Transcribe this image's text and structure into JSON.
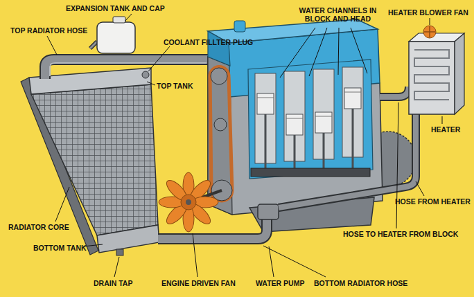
{
  "diagram": {
    "labels": [
      "EXPANSION TANK AND CAP",
      "TOP RADIATOR HOSE",
      "COOLANT FILLTER PLUG",
      "TOP TANK",
      "WATER CHANNELS IN BLOCK AND HEAD",
      "HEATER BLOWER FAN",
      "HEATER",
      "HOSE FROM HEATER",
      "HOSE TO HEATER FROM BLOCK",
      "RADIATOR CORE",
      "BOTTOM TANK",
      "DRAIN TAP",
      "ENGINE DRIVEN FAN",
      "WATER PUMP",
      "BOTTOM RADIATOR HOSE"
    ]
  }
}
